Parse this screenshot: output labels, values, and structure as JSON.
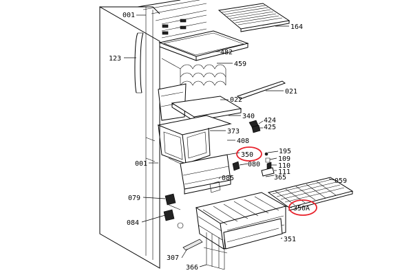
{
  "diagram": {
    "part_labels": [
      "001",
      "164",
      "123",
      "482",
      "459",
      "021",
      "022",
      "340",
      "424",
      "425",
      "373",
      "408",
      "350",
      "195",
      "109",
      "110",
      "111",
      "001",
      "080",
      "085",
      "365",
      "059",
      "079",
      "350A",
      "084",
      "351",
      "307",
      "366"
    ],
    "highlighted": [
      "350",
      "350A"
    ],
    "colors": {
      "highlight": "#e8202a",
      "line": "#000000",
      "background": "#ffffff"
    }
  }
}
